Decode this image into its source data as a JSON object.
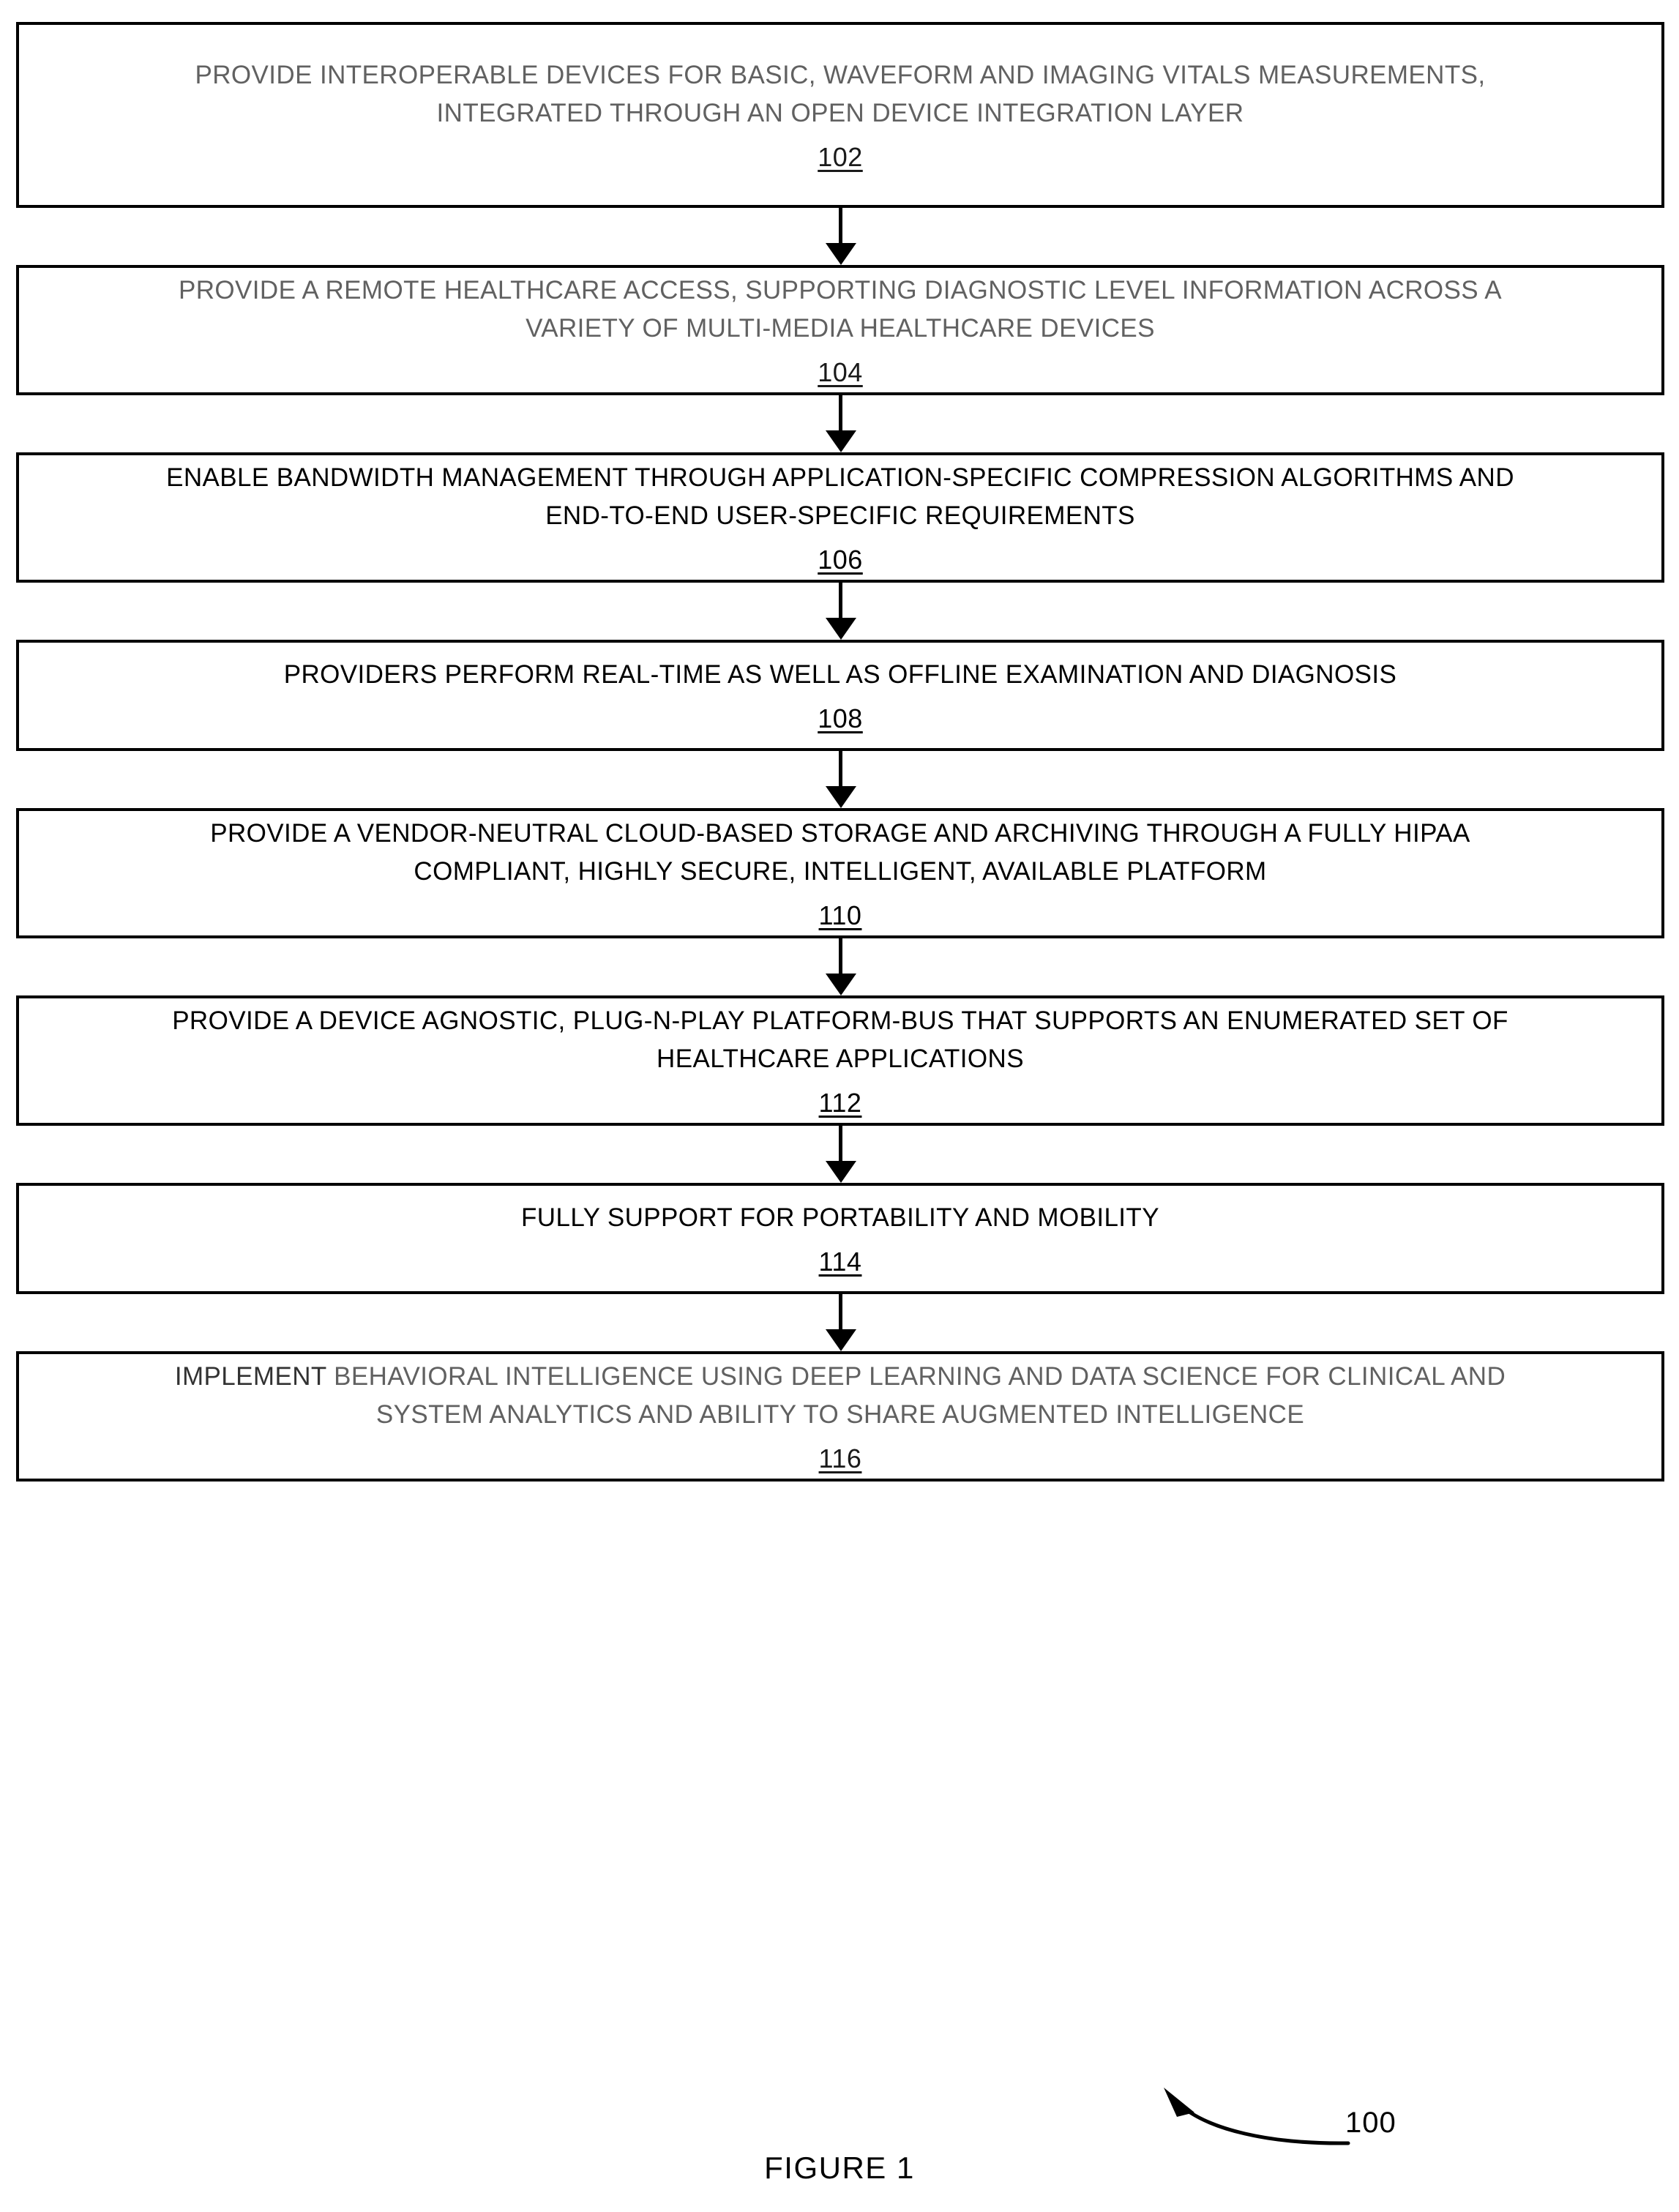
{
  "figure": {
    "caption": "FIGURE 1",
    "callout_ref": "100",
    "callout_icon": "curved-arrow-icon"
  },
  "flowchart": {
    "type": "flowchart",
    "orientation": "vertical",
    "steps": [
      {
        "ref": "102",
        "text": "PROVIDE INTEROPERABLE DEVICES FOR BASIC, WAVEFORM AND IMAGING VITALS MEASUREMENTS,\nINTEGRATED THROUGH AN OPEN DEVICE INTEGRATION LAYER",
        "lead_word": "",
        "render": "faded"
      },
      {
        "ref": "104",
        "text": "PROVIDE A REMOTE HEALTHCARE ACCESS, SUPPORTING DIAGNOSTIC LEVEL INFORMATION ACROSS A\nVARIETY OF MULTI-MEDIA HEALTHCARE DEVICES",
        "lead_word": "",
        "render": "faded"
      },
      {
        "ref": "106",
        "text": "ENABLE BANDWIDTH MANAGEMENT THROUGH APPLICATION-SPECIFIC COMPRESSION ALGORITHMS AND\nEND-TO-END USER-SPECIFIC REQUIREMENTS",
        "lead_word": "",
        "render": "crisp"
      },
      {
        "ref": "108",
        "text": "PROVIDERS PERFORM REAL-TIME AS WELL AS OFFLINE EXAMINATION AND DIAGNOSIS",
        "lead_word": "",
        "render": "crisp"
      },
      {
        "ref": "110",
        "text": "PROVIDE A VENDOR-NEUTRAL CLOUD-BASED STORAGE AND ARCHIVING THROUGH A FULLY HIPAA\nCOMPLIANT, HIGHLY SECURE, INTELLIGENT, AVAILABLE PLATFORM",
        "lead_word": "",
        "render": "crisp"
      },
      {
        "ref": "112",
        "text": "PROVIDE A DEVICE AGNOSTIC, PLUG-N-PLAY PLATFORM-BUS THAT SUPPORTS AN ENUMERATED SET OF\nHEALTHCARE APPLICATIONS",
        "lead_word": "",
        "render": "crisp"
      },
      {
        "ref": "114",
        "text": "FULLY SUPPORT FOR PORTABILITY AND MOBILITY",
        "lead_word": "",
        "render": "crisp"
      },
      {
        "ref": "116",
        "text": "BEHAVIORAL INTELLIGENCE USING DEEP LEARNING AND DATA SCIENCE FOR CLINICAL AND\nSYSTEM ANALYTICS AND ABILITY TO SHARE AUGMENTED INTELLIGENCE",
        "lead_word": "IMPLEMENT ",
        "render": "faded"
      }
    ],
    "connector_arrow_count": 7,
    "connector_icon": "down-arrow-icon"
  },
  "colors": {
    "stroke": "#000000",
    "background": "#ffffff"
  }
}
